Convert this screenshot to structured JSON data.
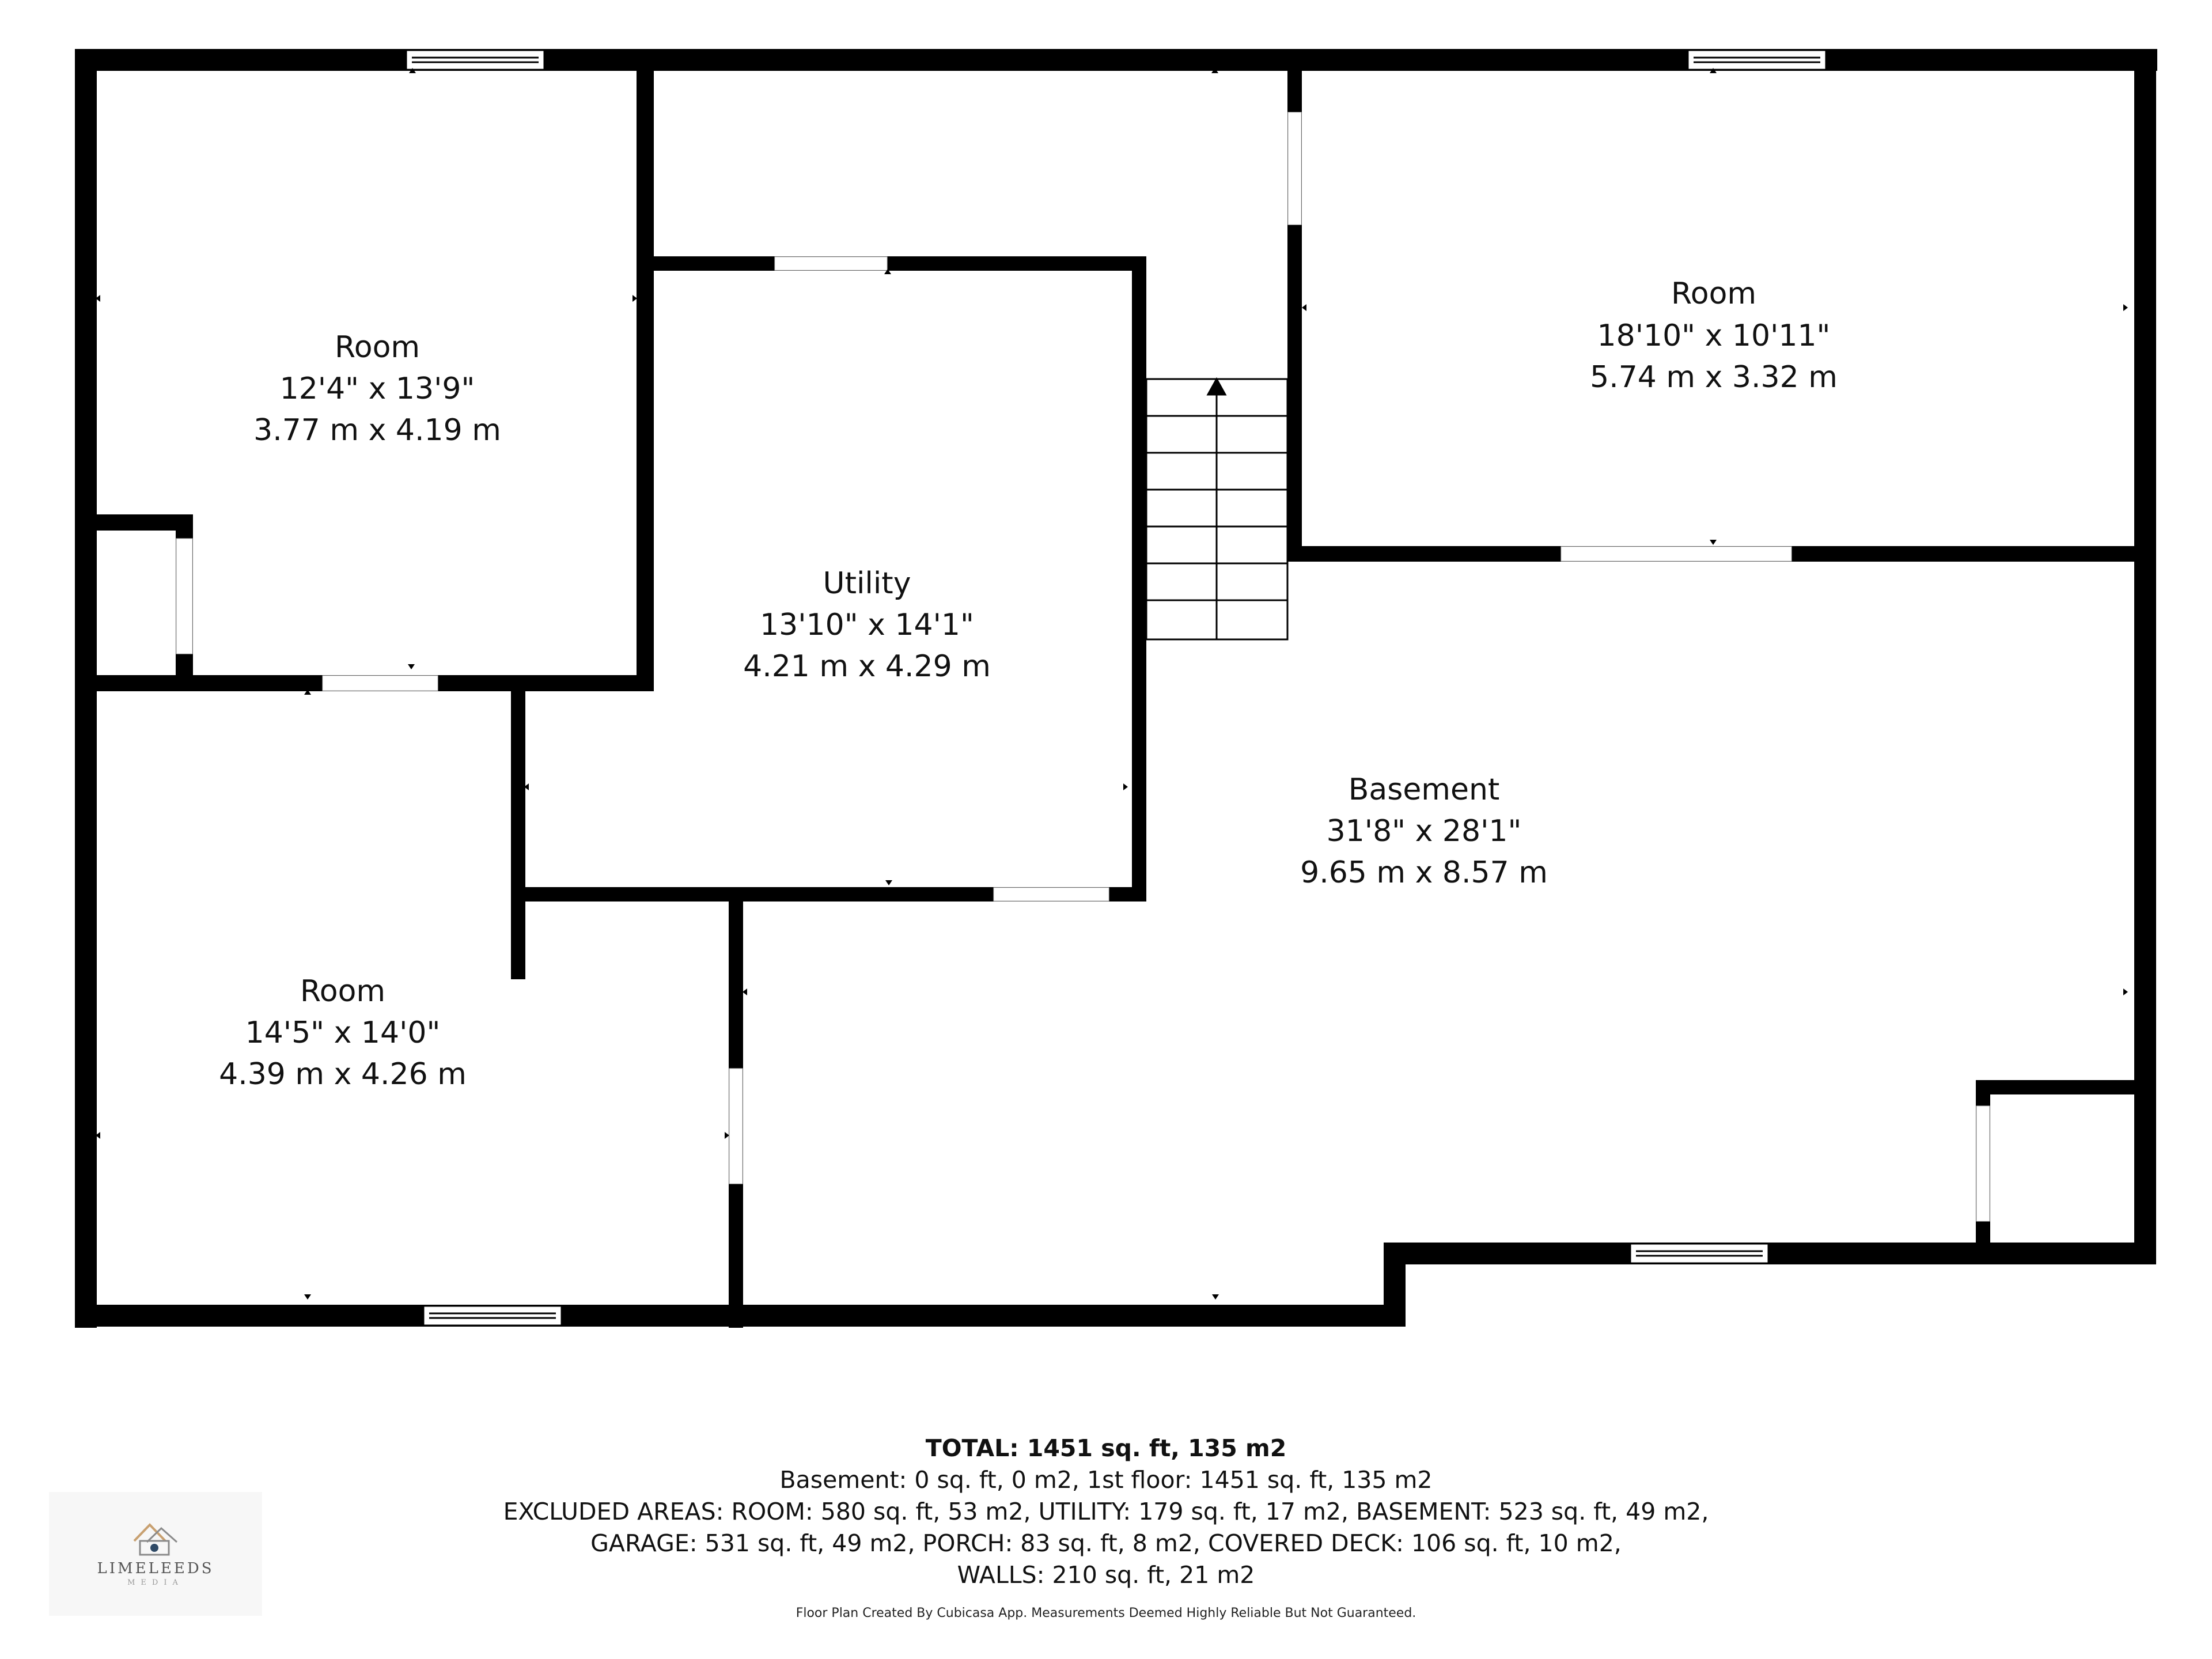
{
  "rooms": [
    {
      "name": "Room",
      "imperial": "12'4\" x 13'9\"",
      "metric": "3.77 m x 4.19 m"
    },
    {
      "name": "Utility",
      "imperial": "13'10\" x 14'1\"",
      "metric": "4.21 m x 4.29 m"
    },
    {
      "name": "Room",
      "imperial": "18'10\" x 10'11\"",
      "metric": "5.74 m x 3.32 m"
    },
    {
      "name": "Basement",
      "imperial": "31'8\" x 28'1\"",
      "metric": "9.65 m x 8.57 m"
    },
    {
      "name": "Room",
      "imperial": "14'5\" x 14'0\"",
      "metric": "4.39 m x 4.26 m"
    }
  ],
  "summary": {
    "total": "TOTAL: 1451 sq. ft, 135 m2",
    "line1": "Basement: 0 sq. ft, 0 m2, 1st floor: 1451 sq. ft, 135 m2",
    "line2": "EXCLUDED AREAS: ROOM: 580 sq. ft, 53 m2, UTILITY: 179 sq. ft, 17 m2, BASEMENT: 523 sq. ft, 49 m2,",
    "line3": "GARAGE: 531 sq. ft, 49 m2, PORCH: 83 sq. ft, 8 m2, COVERED DECK: 106 sq. ft, 10 m2,",
    "line4": "WALLS: 210 sq. ft, 21 m2"
  },
  "disclaimer": "Floor Plan Created By Cubicasa App. Measurements Deemed Highly Reliable But Not Guaranteed.",
  "logo": {
    "name": "LIMELEEDS",
    "sub": "MEDIA"
  },
  "colors": {
    "wall": "#000000",
    "background": "#ffffff",
    "text": "#111111"
  }
}
